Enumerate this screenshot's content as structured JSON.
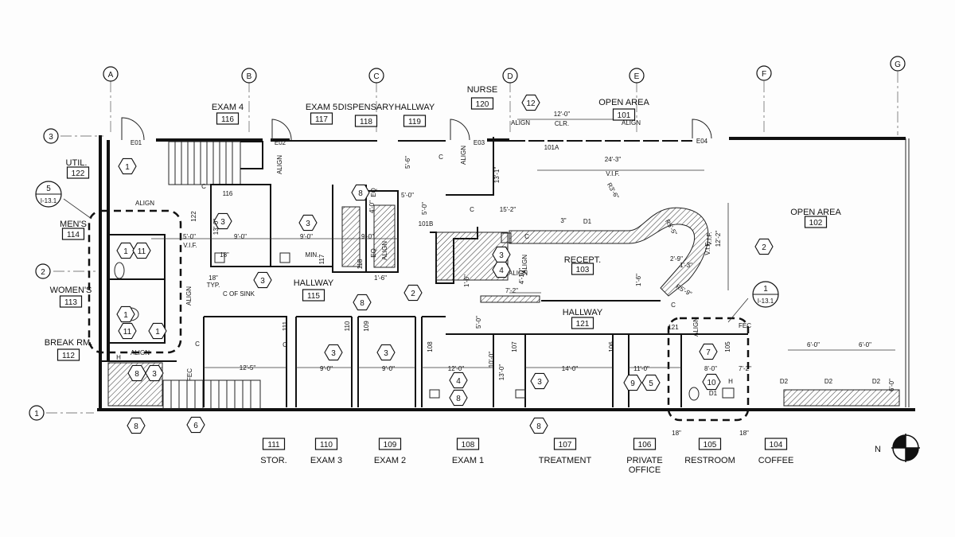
{
  "grid_columns": [
    "A",
    "B",
    "C",
    "D",
    "E",
    "F",
    "G"
  ],
  "grid_rows": [
    "3",
    "2",
    "1"
  ],
  "north_label": "N",
  "rooms_top": [
    {
      "name": "EXAM 4",
      "number": "116"
    },
    {
      "name": "EXAM 5",
      "number": "117"
    },
    {
      "name": "DISPENSARY",
      "number": "118"
    },
    {
      "name": "HALLWAY",
      "number": "119"
    },
    {
      "name": "NURSE",
      "number": "120"
    },
    {
      "name": "OPEN AREA",
      "number": "101"
    }
  ],
  "rooms_left": [
    {
      "name": "UTIL.",
      "number": "122"
    },
    {
      "name": "MEN'S",
      "number": "114"
    },
    {
      "name": "WOMEN'S",
      "number": "113"
    },
    {
      "name": "BREAK RM.",
      "number": "112"
    }
  ],
  "rooms_bottom": [
    {
      "name": "STOR.",
      "number": "111"
    },
    {
      "name": "EXAM 3",
      "number": "110"
    },
    {
      "name": "EXAM 2",
      "number": "109"
    },
    {
      "name": "EXAM 1",
      "number": "108"
    },
    {
      "name": "TREATMENT",
      "number": "107"
    },
    {
      "name": "PRIVATE",
      "name2": "OFFICE",
      "number": "106"
    },
    {
      "name": "RESTROOM",
      "number": "105"
    },
    {
      "name": "COFFEE",
      "number": "104"
    }
  ],
  "rooms_inner": [
    {
      "name": "HALLWAY",
      "number": "115"
    },
    {
      "name": "RECEPT.",
      "number": "103"
    },
    {
      "name": "HALLWAY",
      "number": "121"
    },
    {
      "name": "OPEN AREA",
      "number": "102"
    }
  ],
  "doors": [
    "E01",
    "E02",
    "E03",
    "E04"
  ],
  "door_tags": [
    "101A",
    "101B",
    "121"
  ],
  "hex_tags": [
    "1",
    "1",
    "11",
    "1",
    "11",
    "1",
    "3",
    "3",
    "3",
    "8",
    "8",
    "3",
    "3",
    "3",
    "4",
    "8",
    "3",
    "2",
    "2",
    "6",
    "8",
    "3",
    "4",
    "8",
    "12",
    "9",
    "5",
    "7",
    "10",
    "8"
  ],
  "detail_callouts": [
    {
      "num": "5",
      "sheet": "I-13.1"
    },
    {
      "num": "1",
      "sheet": "I-13.1"
    }
  ],
  "dimensions": [
    "12'-0\"",
    "CLR.",
    "24'-3\"",
    "V.I.F.",
    "5'-6\"",
    "13'-1\"",
    "15'-2\"",
    "5'-0\"",
    "5'-0\"",
    "4'-0\"",
    "9'-0\"",
    "9'-0\"",
    "9'-0\"",
    "5'-0\"",
    "13'-0\"",
    "18\"",
    "MIN.",
    "18\"",
    "TYP.",
    "C OF SINK",
    "12'-5\"",
    "9'-0\"",
    "9'-0\"",
    "12'-0\"",
    "13'-0\"",
    "10'-0\"",
    "14'-0\"",
    "11'-0\"",
    "8'-0\"",
    "7'-2\"",
    "6'-0\"",
    "6'-0\"",
    "6'-0\"",
    "18\"",
    "18\"",
    "12'-2\"",
    "V.I.F.",
    "4'-10\"",
    "7'-2\"",
    "1'-6\"",
    "1'-6\"",
    "2'-9\"",
    "1'-3\"",
    "R3'-6\"",
    "R5'-5\"",
    "R5'-9\"",
    "3\"",
    "5'-0\"",
    "1'-6\""
  ],
  "notes": [
    "ALIGN",
    "ALIGN",
    "ALIGN",
    "ALIGN",
    "ALIGN",
    "ALIGN",
    "ALIGN",
    "ALIGN",
    "ALIGN",
    "ALIGN",
    "ALIGN",
    "FEC",
    "FEC",
    "C",
    "C",
    "C",
    "C",
    "C",
    "C",
    "C",
    "H",
    "H",
    "D1",
    "D1",
    "D2",
    "D2",
    "D2",
    "EQ",
    "EQ",
    "V.I.F.",
    "V.I.F."
  ],
  "wall_tags": [
    "122",
    "116",
    "117",
    "118",
    "111",
    "110",
    "109",
    "108",
    "107",
    "106",
    "105"
  ]
}
